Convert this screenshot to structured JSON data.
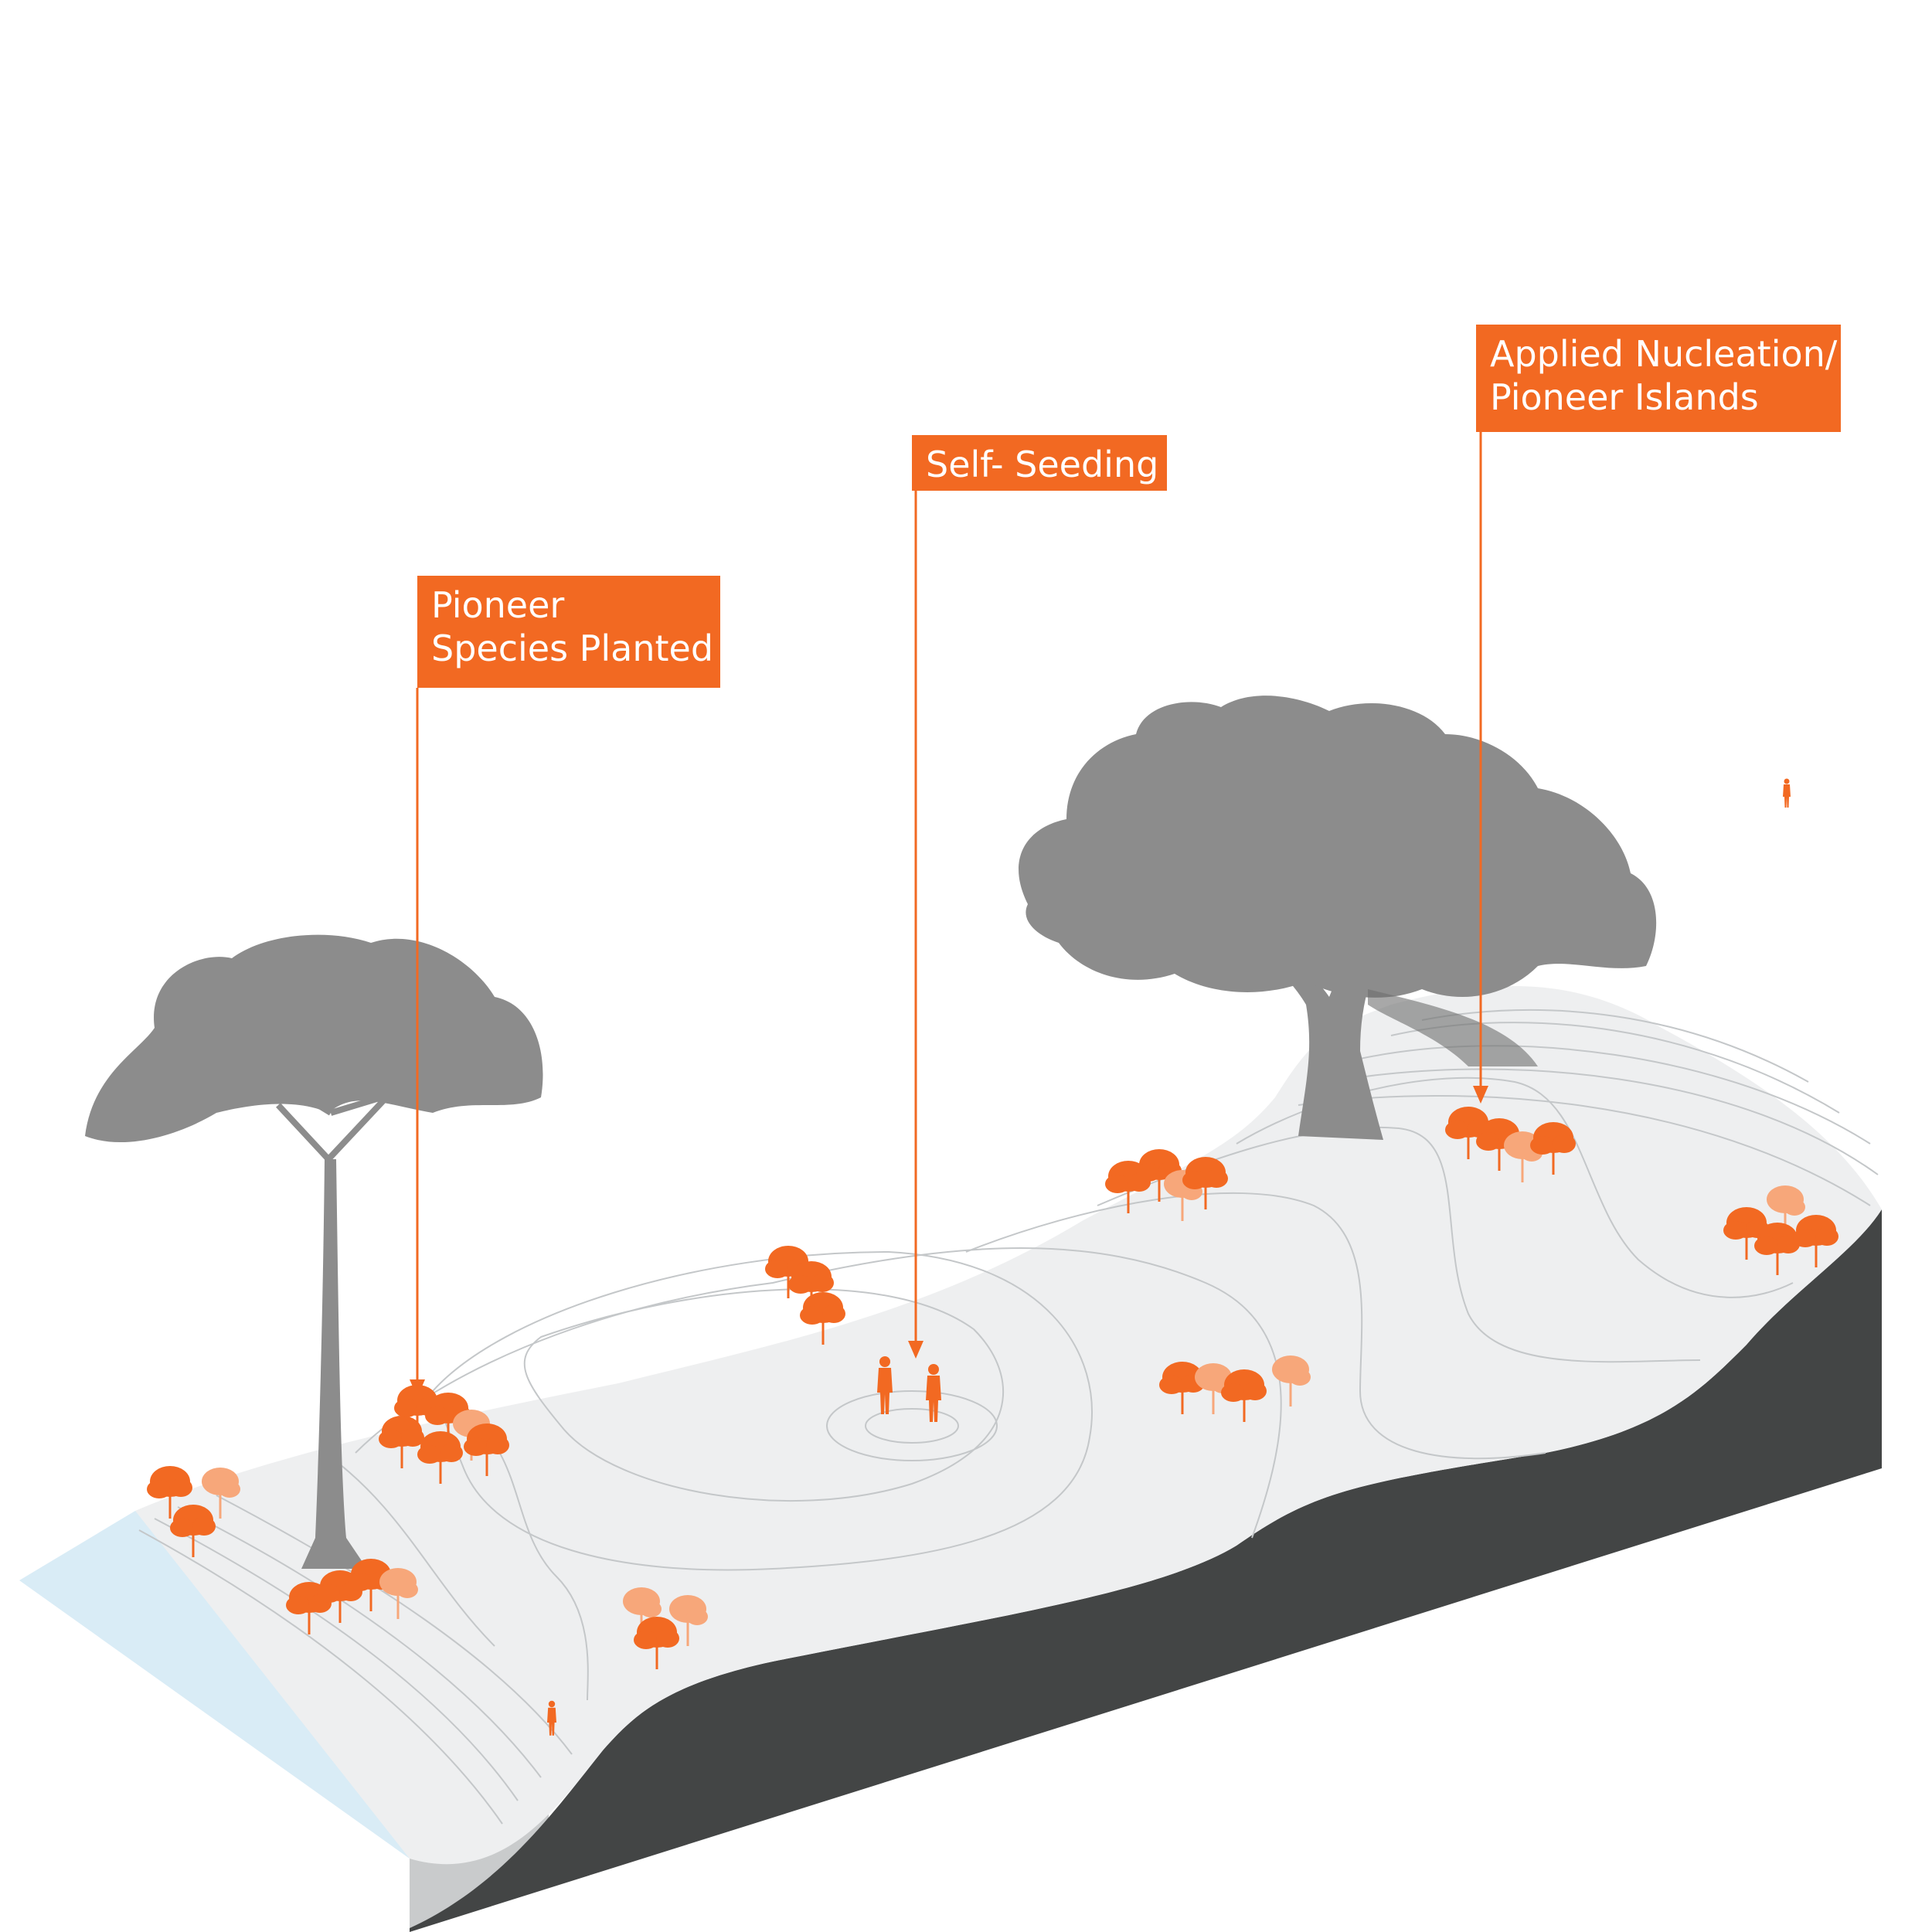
{
  "callouts": {
    "pioneer_species": [
      "Pioneer",
      "Species Planted"
    ],
    "self_seeding": [
      "Self- Seeding"
    ],
    "applied_nucleation": [
      "Applied Nucleation/",
      "Pioneer Islands"
    ]
  },
  "colors": {
    "accent": "#f26922",
    "accent_light": "#f7a77a",
    "tree": "#8c8c8c",
    "terrain_top": "#eeeff0",
    "terrain_side": "#434545",
    "water": "#d9ecf6",
    "contour": "#c4c7c9"
  },
  "icons": [
    "tall-canopy-tree-icon",
    "spreading-tree-icon",
    "shrub-cluster-icon",
    "person-icon"
  ]
}
